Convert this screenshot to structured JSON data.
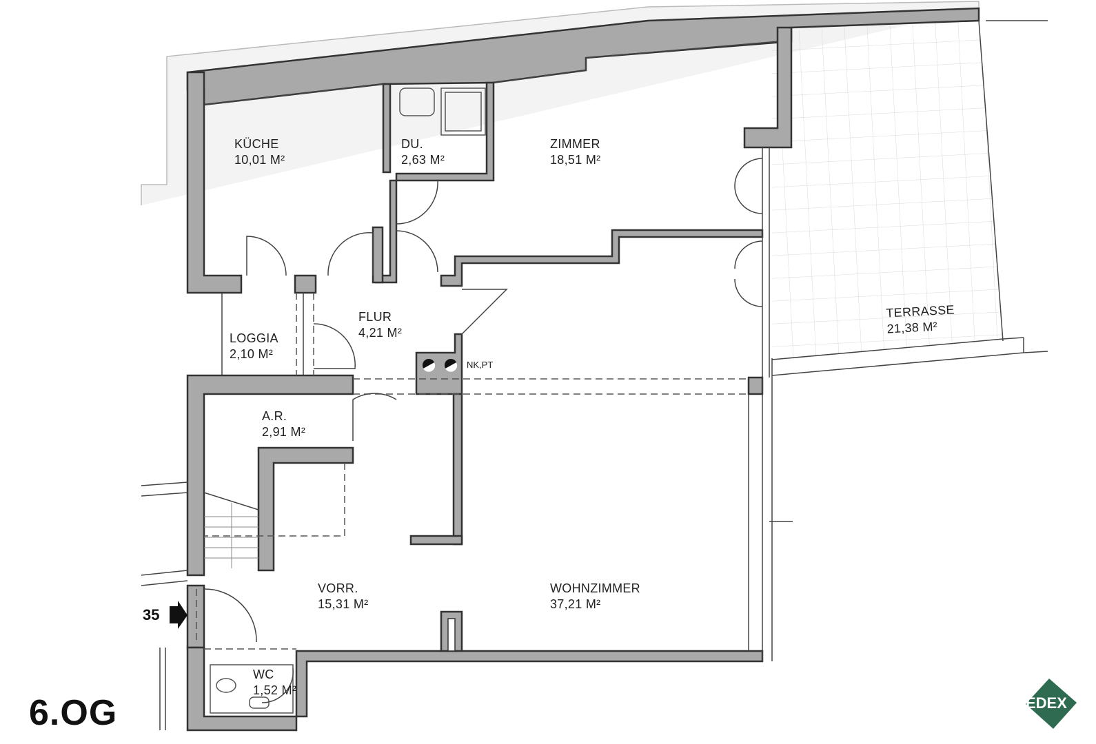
{
  "floor_label": "6.OG",
  "entrance_number": "35",
  "technical_label": "NK,PT",
  "logo_text": "EDEX",
  "colors": {
    "wall": "#a9a9a9",
    "logo": "#2e6b50"
  },
  "rooms": {
    "kueche": {
      "name": "KÜCHE",
      "area": "10,01 M²"
    },
    "du": {
      "name": "DU.",
      "area": "2,63 M²"
    },
    "zimmer": {
      "name": "ZIMMER",
      "area": "18,51 M²"
    },
    "loggia": {
      "name": "LOGGIA",
      "area": "2,10 M²"
    },
    "flur": {
      "name": "FLUR",
      "area": "4,21 M²"
    },
    "terrasse": {
      "name": "TERRASSE",
      "area": "21,38 M²"
    },
    "ar": {
      "name": "A.R.",
      "area": "2,91 M²"
    },
    "vorr": {
      "name": "VORR.",
      "area": "15,31 M²"
    },
    "wohnzimmer": {
      "name": "WOHNZIMMER",
      "area": "37,21 M²"
    },
    "wc": {
      "name": "WC",
      "area": "1,52 M²"
    }
  }
}
